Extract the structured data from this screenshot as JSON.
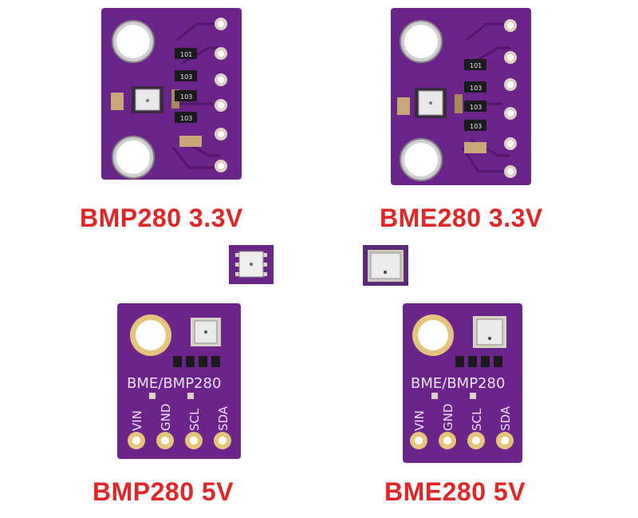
{
  "captions": {
    "top_left": "BMP280 3.3V",
    "top_right": "BME280 3.3V",
    "bottom_left": "BMP280 5V",
    "bottom_right": "BME280 5V"
  },
  "silkscreen": {
    "module_label": "BME/BMP280",
    "pins": [
      "VIN",
      "GND",
      "SCL",
      "SDA"
    ],
    "resistor_codes": [
      "103",
      "103",
      "103",
      "103"
    ],
    "resistor_code_alt": "101"
  },
  "colors": {
    "caption": "#e32526",
    "pcb": "#6b2489",
    "pcb_dark": "#4e1766",
    "pad": "#d9d3c4",
    "gold": "#e3c679"
  }
}
